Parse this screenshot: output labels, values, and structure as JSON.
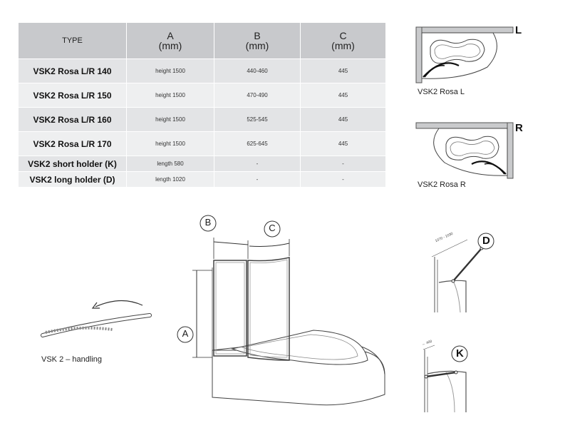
{
  "table": {
    "headers": [
      {
        "letter": "TYPE",
        "unit": ""
      },
      {
        "letter": "A",
        "unit": "(mm)"
      },
      {
        "letter": "B",
        "unit": "(mm)"
      },
      {
        "letter": "C",
        "unit": "(mm)"
      }
    ],
    "rows": [
      {
        "type": "VSK2 Rosa L/R 140",
        "a": "height 1500",
        "b": "440-460",
        "c": "445"
      },
      {
        "type": "VSK2 Rosa L/R 150",
        "a": "height 1500",
        "b": "470-490",
        "c": "445"
      },
      {
        "type": "VSK2 Rosa L/R 160",
        "a": "height 1500",
        "b": "525-545",
        "c": "445"
      },
      {
        "type": "VSK2 Rosa L/R 170",
        "a": "height 1500",
        "b": "625-645",
        "c": "445"
      },
      {
        "type": "VSK2 short holder (K)",
        "a": "length 580",
        "b": "-",
        "c": "-"
      },
      {
        "type": "VSK2 long holder (D)",
        "a": "length 1020",
        "b": "-",
        "c": "-"
      }
    ]
  },
  "side_figures": {
    "left": {
      "letter": "L",
      "caption": "VSK2 Rosa L"
    },
    "right": {
      "letter": "R",
      "caption": "VSK2 Rosa R"
    }
  },
  "handling": {
    "caption": "VSK 2 – handling"
  },
  "main_figure": {
    "label_a": "A",
    "label_b": "B",
    "label_c": "C"
  },
  "holders": {
    "long": {
      "letter": "D",
      "dimension": "1070 - 1030"
    },
    "short": {
      "letter": "K",
      "dimension": "← 400"
    }
  }
}
